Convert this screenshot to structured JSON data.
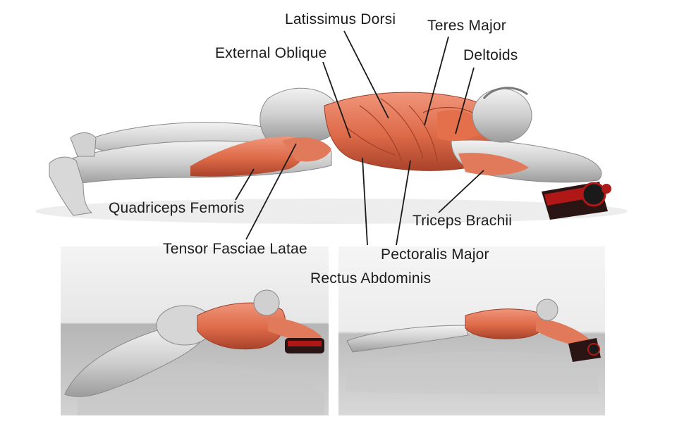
{
  "labels": {
    "latissimus_dorsi": "Latissimus Dorsi",
    "teres_major": "Teres Major",
    "external_oblique": "External Oblique",
    "deltoids": "Deltoids",
    "quadriceps_femoris": "Quadriceps Femoris",
    "triceps_brachii": "Triceps Brachii",
    "tensor_fasciae_latae": "Tensor Fasciae Latae",
    "pectoralis_major": "Pectoralis Major",
    "rectus_abdominis": "Rectus Abdominis"
  },
  "colors": {
    "muscle_highlight": "#e0704e",
    "muscle_dark": "#b84a30",
    "skin_gray": "#c9c9c9",
    "skin_light": "#eeeeee",
    "leader_line": "#1a1a1a",
    "wheel_red": "#b01818",
    "floor_gray": "#a6a6a6"
  }
}
